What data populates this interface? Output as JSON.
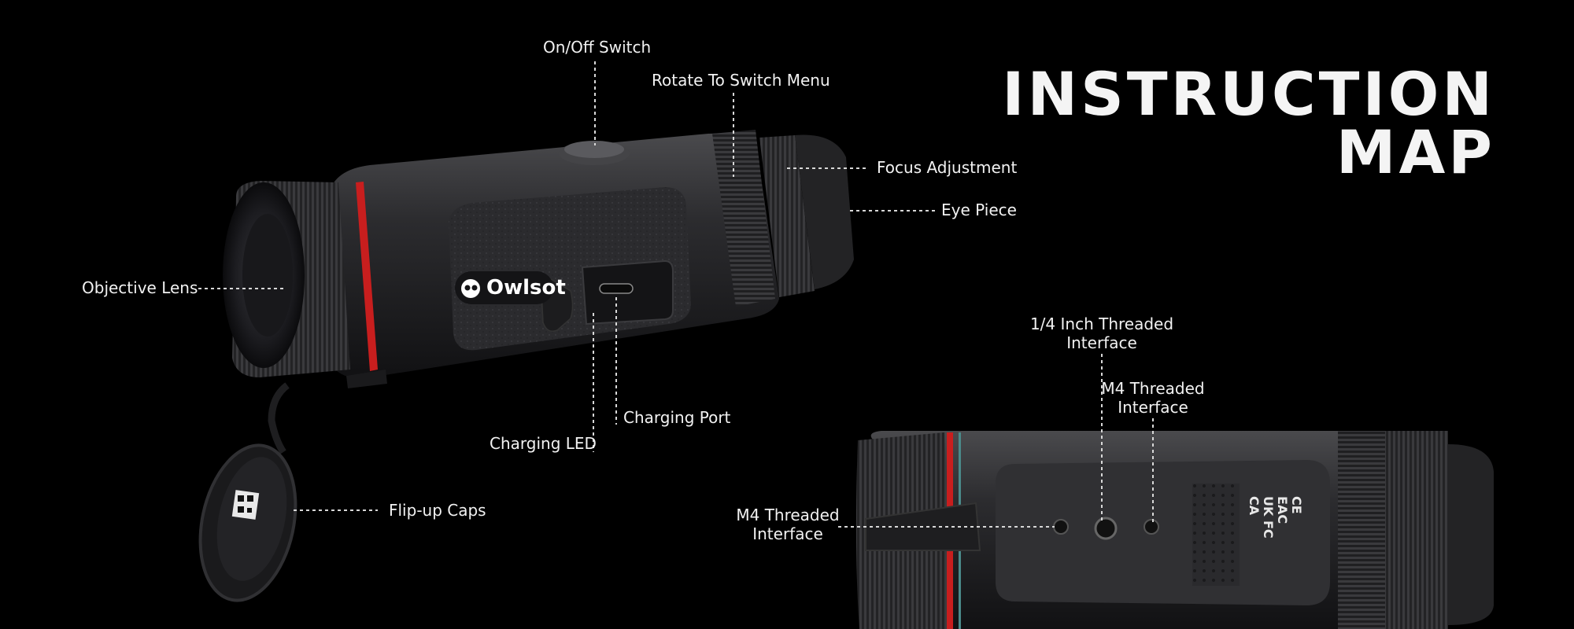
{
  "title": {
    "line1": "INSTRUCTION",
    "line2": "MAP"
  },
  "brand": {
    "logo_text": "Owlsot"
  },
  "colors": {
    "background": "#000000",
    "body": "#2a2a2c",
    "accent_ring": "#c81e1e",
    "label": "#f2f2f2",
    "leader": "#d8d8d8"
  },
  "labels": {
    "on_off_switch": "On/Off Switch",
    "rotate_menu": "Rotate To Switch Menu",
    "focus_adjustment": "Focus Adjustment",
    "eye_piece": "Eye Piece",
    "objective_lens": "Objective Lens",
    "charging_port": "Charging Port",
    "charging_led": "Charging LED",
    "flip_up_caps": "Flip-up Caps",
    "quarter_inch_line1": "1/4 Inch Threaded",
    "quarter_inch_line2": "Interface",
    "m4_right_line1": "M4 Threaded",
    "m4_right_line2": "Interface",
    "m4_left_line1": "M4 Threaded",
    "m4_left_line2": "Interface"
  },
  "cert_marks": {
    "line1": "CE EAC",
    "line2": "UK FC",
    "line3": "CA"
  }
}
